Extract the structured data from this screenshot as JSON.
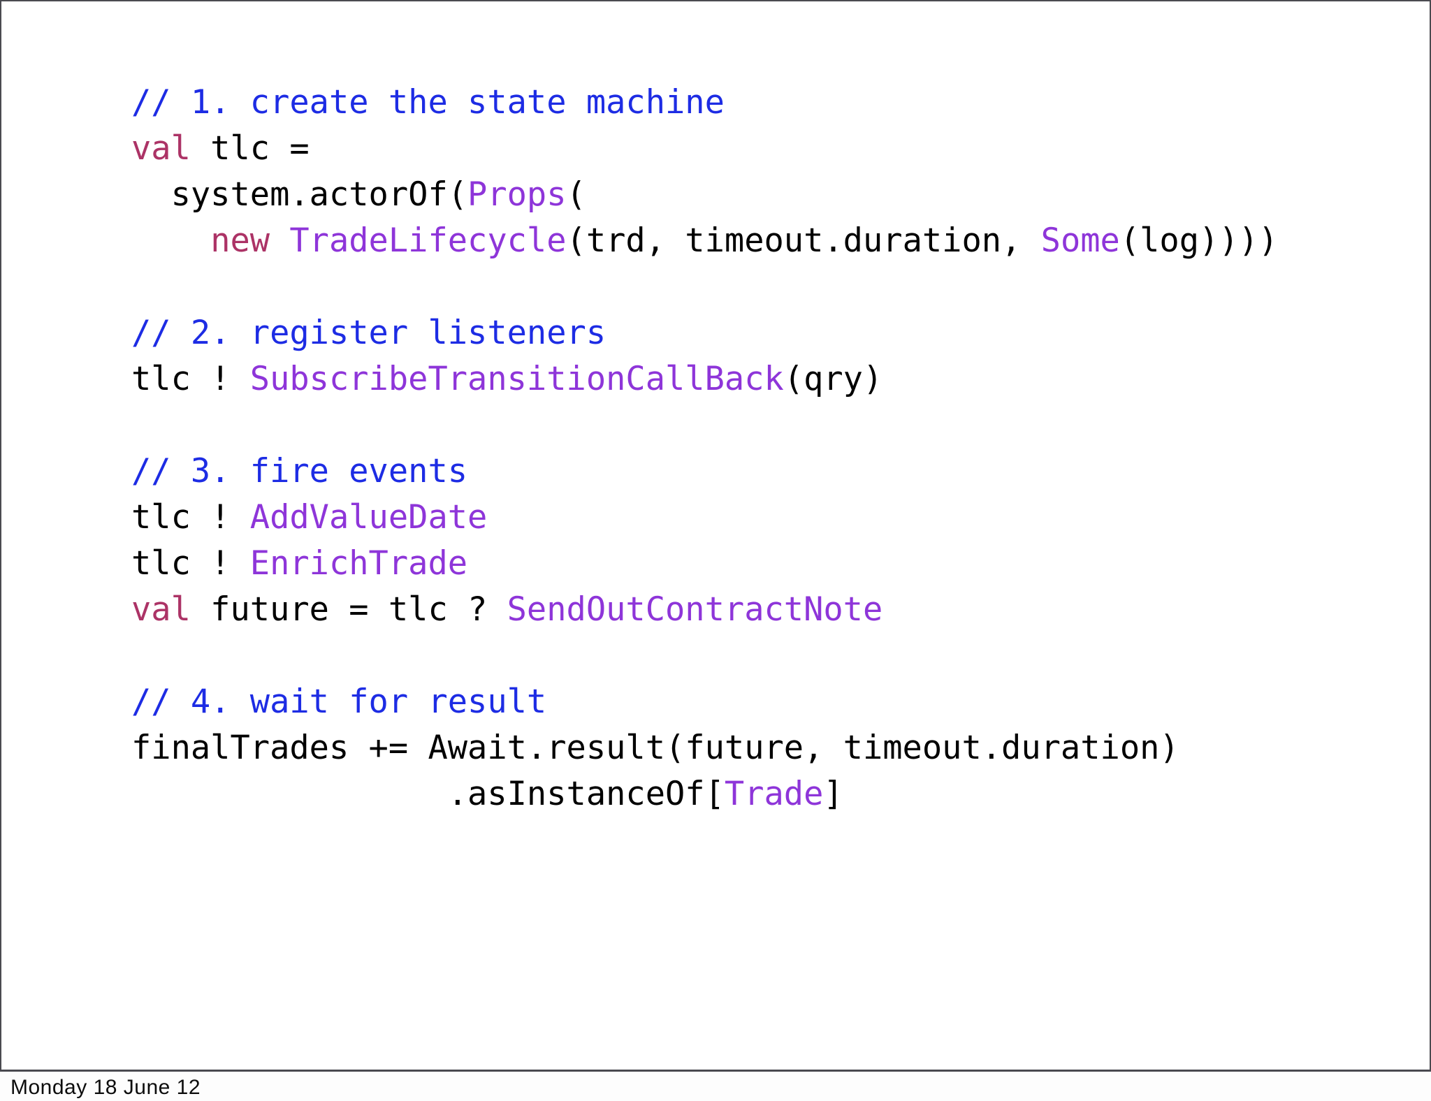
{
  "slide": {
    "colors": {
      "comment": "#1d2ce4",
      "keyword": "#ac3366",
      "type": "#8e35d9",
      "plain": "#000000",
      "border": "#4a4a50"
    },
    "code_lines": [
      [
        {
          "t": "// 1. create the state machine",
          "c": "comment"
        }
      ],
      [
        {
          "t": "val",
          "c": "keyword"
        },
        {
          "t": " tlc =",
          "c": "plain"
        }
      ],
      [
        {
          "t": "  system.actorOf(",
          "c": "plain"
        },
        {
          "t": "Props",
          "c": "type"
        },
        {
          "t": "(",
          "c": "plain"
        }
      ],
      [
        {
          "t": "    ",
          "c": "plain"
        },
        {
          "t": "new",
          "c": "keyword"
        },
        {
          "t": " ",
          "c": "plain"
        },
        {
          "t": "TradeLifecycle",
          "c": "type"
        },
        {
          "t": "(trd, timeout.duration, ",
          "c": "plain"
        },
        {
          "t": "Some",
          "c": "type"
        },
        {
          "t": "(log))))",
          "c": "plain"
        }
      ],
      [],
      [
        {
          "t": "// 2. register listeners",
          "c": "comment"
        }
      ],
      [
        {
          "t": "tlc ! ",
          "c": "plain"
        },
        {
          "t": "SubscribeTransitionCallBack",
          "c": "type"
        },
        {
          "t": "(qry)",
          "c": "plain"
        }
      ],
      [],
      [
        {
          "t": "// 3. fire events",
          "c": "comment"
        }
      ],
      [
        {
          "t": "tlc ! ",
          "c": "plain"
        },
        {
          "t": "AddValueDate",
          "c": "type"
        }
      ],
      [
        {
          "t": "tlc ! ",
          "c": "plain"
        },
        {
          "t": "EnrichTrade",
          "c": "type"
        }
      ],
      [
        {
          "t": "val",
          "c": "keyword"
        },
        {
          "t": " future = tlc ? ",
          "c": "plain"
        },
        {
          "t": "SendOutContractNote",
          "c": "type"
        }
      ],
      [],
      [
        {
          "t": "// 4. wait for result",
          "c": "comment"
        }
      ],
      [
        {
          "t": "finalTrades += Await.result(future, timeout.duration)",
          "c": "plain"
        }
      ],
      [
        {
          "t": "                .asInstanceOf[",
          "c": "plain"
        },
        {
          "t": "Trade",
          "c": "type"
        },
        {
          "t": "]",
          "c": "plain"
        }
      ]
    ]
  },
  "footer": {
    "date": "Monday 18 June 12"
  }
}
